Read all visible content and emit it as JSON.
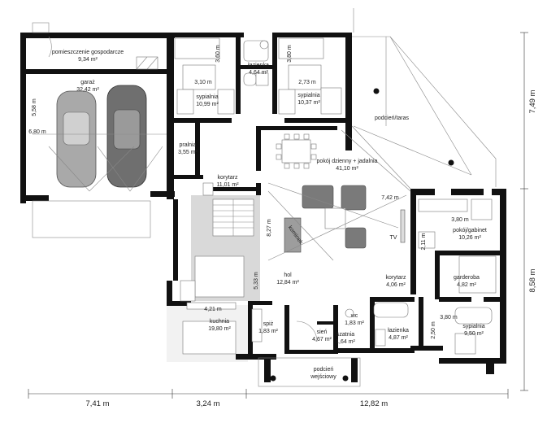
{
  "rooms": {
    "pomieszczenie": {
      "name": "pomieszczenie gospodarcze",
      "area": "9,34 m²"
    },
    "garaz": {
      "name": "garaż",
      "area": "32,42 m²"
    },
    "sypialnia1": {
      "name": "sypialnia",
      "area": "10,99 m²"
    },
    "lazienka1": {
      "name": "łazienka",
      "area": "4,64 m²"
    },
    "sypialnia2": {
      "name": "sypialnia",
      "area": "10,37 m²"
    },
    "podcien_taras": {
      "name": "podcień/taras",
      "area": ""
    },
    "pralnia": {
      "name": "pralnia",
      "area": "3,55 m²"
    },
    "korytarz1": {
      "name": "korytarz",
      "area": "11,01 m²"
    },
    "pokoj_dzienny": {
      "name": "pokój dzienny + jadalnia",
      "area": "41,10 m²"
    },
    "pokoj_gabinet": {
      "name": "pokój/gabinet",
      "area": "10,26 m²"
    },
    "garderoba": {
      "name": "garderoba",
      "area": "4,82 m²"
    },
    "hol": {
      "name": "hol",
      "area": "12,84 m²"
    },
    "korytarz2": {
      "name": "korytarz",
      "area": "4,06 m²"
    },
    "kuchnia": {
      "name": "kuchnia",
      "area": "19,80 m²"
    },
    "spiz": {
      "name": "spiż",
      "area": "1,83 m²"
    },
    "wc": {
      "name": "wc",
      "area": "1,83 m²"
    },
    "sien": {
      "name": "sień",
      "area": "4,67 m²"
    },
    "szatnia": {
      "name": "szatnia",
      "area": "1,64 m²"
    },
    "lazienka2": {
      "name": "łazienka",
      "area": "4,87 m²"
    },
    "sypialnia3": {
      "name": "sypialnia",
      "area": "9,50 m²"
    },
    "podcien_wejsciowy": {
      "name": "podcień wejściowy",
      "area": ""
    }
  },
  "labels": {
    "tv": "TV",
    "kominek": "kominek"
  },
  "dimensions": {
    "d_5_58": "5,58 m",
    "d_6_80": "6,80 m",
    "d_3_10": "3,10 m",
    "d_3_60": "3,60 m",
    "d_3_80a": "3,80 m",
    "d_2_73": "2,73 m",
    "d_7_42": "7,42 m",
    "d_8_27": "8,27 m",
    "d_3_80b": "3,80 m",
    "d_2_11": "2,11 m",
    "d_5_33": "5,33 m",
    "d_4_21": "4,21 m",
    "d_3_80c": "3,80 m",
    "d_2_50": "2,50 m",
    "total_7_49": "7,49 m",
    "total_8_58": "8,58 m",
    "total_7_41": "7,41 m",
    "total_3_24": "3,24 m",
    "total_12_82": "12,82 m"
  }
}
